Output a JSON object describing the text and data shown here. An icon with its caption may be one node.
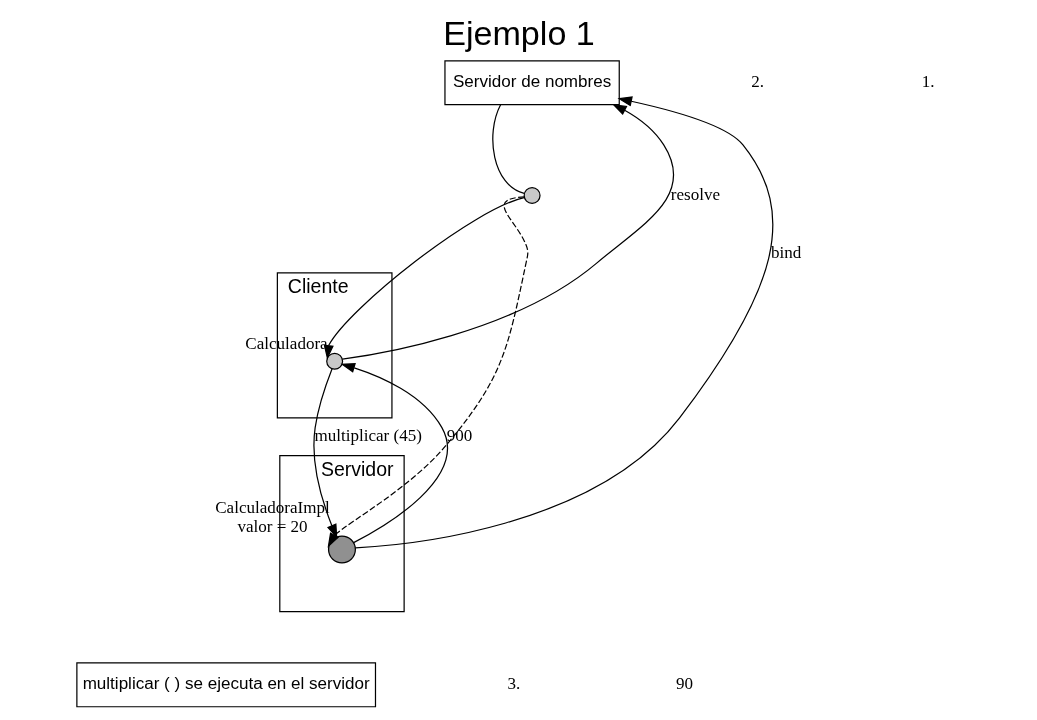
{
  "diagram": {
    "title": "Ejemplo 1",
    "nodes": [
      {
        "text": [
          "Servidor de nombres"
        ]
      },
      {
        "text": [
          "Cliente"
        ]
      },
      {
        "text": [],
        "shape": "circle",
        "in": 1,
        "beside": [
          "Calculadora"
        ]
      },
      {
        "text": [
          "Servidor"
        ]
      },
      {
        "text": [],
        "shape": "circle",
        "in": 3,
        "beside": [
          "CalculadoraImpl",
          "valor = 20"
        ]
      },
      {
        "text": [],
        "shape": "circle"
      },
      {
        "text": [
          "multiplicar ( ) se ejecuta en el servidor"
        ]
      }
    ],
    "edges": [
      {
        "from": 2,
        "to": 0,
        "arrow": "to",
        "label": "resolve"
      },
      {
        "from": 0,
        "to": 5,
        "arrow": "none"
      },
      {
        "from": 5,
        "to": 2,
        "arrow": "to"
      },
      {
        "from": 5,
        "to": 4,
        "arrow": "to",
        "style": "dashed"
      },
      {
        "from": 4,
        "to": 0,
        "arrow": "to",
        "label": "bind"
      },
      {
        "from": 2,
        "to": 4,
        "arrow": "to",
        "label": "multiplicar (45)"
      },
      {
        "from": 4,
        "to": 2,
        "arrow": "to",
        "label": "900"
      }
    ],
    "labels": [
      "2.",
      "1.",
      "3.",
      "90"
    ]
  }
}
